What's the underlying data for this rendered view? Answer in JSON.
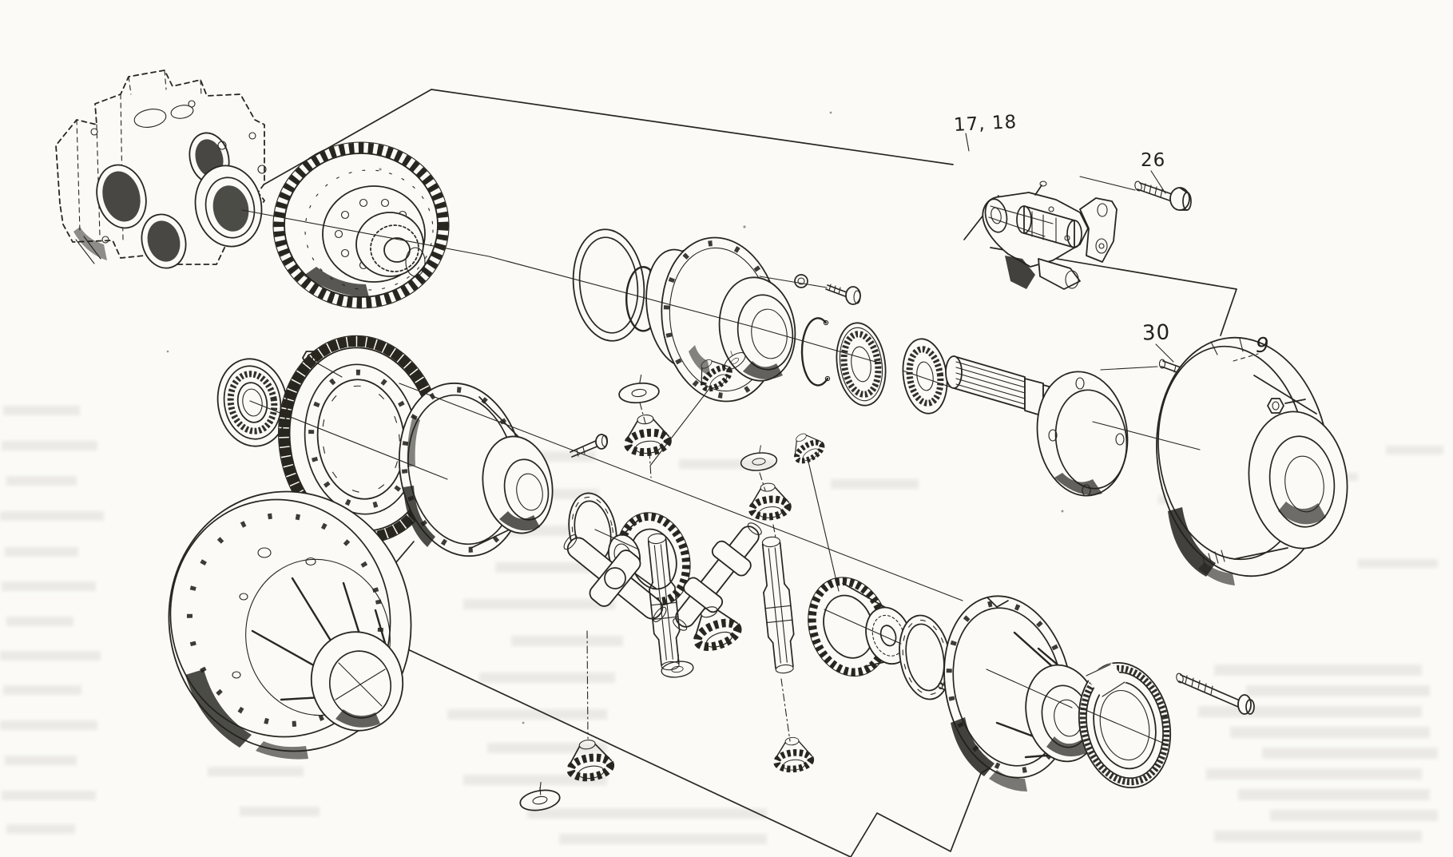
{
  "figure": {
    "kind": "exploded-parts-diagram",
    "subject": "transmission / differential assembly exploded view (scanned parts catalogue plate)",
    "paper_color": "#fbfaf6",
    "ink_color": "#28261f"
  },
  "callouts": [
    {
      "id": "17-18",
      "text": "17, 18",
      "points_to": "hydraulic-pump"
    },
    {
      "id": "26",
      "text": "26",
      "points_to": "hex-bolt"
    },
    {
      "id": "30",
      "text": "30",
      "points_to": "dowel-pin"
    },
    {
      "id": "9",
      "text": "9",
      "points_to": "brake-drum-housing"
    }
  ],
  "parts": [
    "gearbox-housing",
    "drive-gear-hub",
    "shim-ring",
    "retaining-ring",
    "spacer-ring",
    "bearing-carrier",
    "carrier-bolt",
    "carrier-washer",
    "retaining-ring-2",
    "taper-roller-bearing",
    "oil-seal",
    "output-shaft-flange",
    "dowel-pin",
    "brake-drum-housing",
    "flange-nut",
    "hydraulic-pump",
    "hex-bolt",
    "ball-bearing-left",
    "ring-nut",
    "crown-wheel",
    "diff-case-left",
    "case-bolt",
    "thrust-washer-left",
    "side-gear-left",
    "differential-spider",
    "pinion-shaft-1",
    "pinion-shaft-2",
    "diff-pinion",
    "thrust-washer",
    "side-gear-right",
    "thrust-washer-right",
    "lock-pin",
    "diff-case-right",
    "bearing-right",
    "long-bolt",
    "hub-drum"
  ]
}
